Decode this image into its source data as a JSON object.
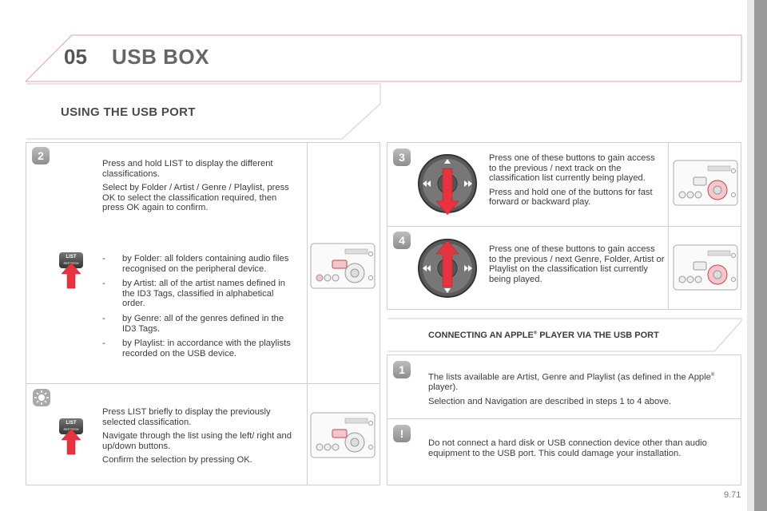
{
  "header": {
    "chapter_number": "05",
    "chapter_title": "USB BOX",
    "accent_color": "#d9a3a8"
  },
  "section": {
    "title": "USING THE USB PORT"
  },
  "step2": {
    "number": "2",
    "intro_1": "Press and hold LIST to display the different classifications.",
    "intro_2": "Select by Folder / Artist / Genre / Playlist, press OK to select the classification required, then press OK again to confirm.",
    "bullets": [
      {
        "dash": "-",
        "text": "by Folder: all folders containing audio files recognised on the peripheral device."
      },
      {
        "dash": "-",
        "text": "by Artist: all of the artist names defined in the ID3 Tags, classified in alphabetical order."
      },
      {
        "dash": "-",
        "text": "by Genre: all of the genres defined in the ID3 Tags."
      },
      {
        "dash": "-",
        "text": "by Playlist: in accordance with the playlists recorded on the USB device."
      }
    ],
    "list_button": {
      "label": "LIST",
      "sublabel": "REFRESH"
    }
  },
  "tip": {
    "text_1": "Press LIST briefly to display the previously selected classification.",
    "text_2": "Navigate through the list using the left/ right and up/down buttons.",
    "text_3": "Confirm the selection by pressing OK.",
    "list_button": {
      "label": "LIST",
      "sublabel": "REFRESH"
    }
  },
  "step3": {
    "number": "3",
    "text_1": "Press one of these buttons to gain access to the previous / next track on the classification list currently being played.",
    "text_2": "Press and hold one of the buttons for fast forward or backward play."
  },
  "step4": {
    "number": "4",
    "text_1": "Press one of these buttons to gain access to the previous / next Genre, Folder, Artist or Playlist on the classification list currently being played."
  },
  "apple": {
    "title_pre": "CONNECTING AN APPLE",
    "title_sup": "®",
    "title_post": " PLAYER VIA THE USB PORT"
  },
  "info": {
    "number": "1",
    "text_1a": "The lists available are Artist, Genre and Playlist (as defined in the Apple",
    "text_1sup": "®",
    "text_1b": " player).",
    "text_2": "Selection and Navigation are described in steps 1 to 4 above."
  },
  "warning": {
    "symbol": "!",
    "text": "Do not connect a hard disk or USB connection device other than audio equipment to the USB port. This could damage your installation."
  },
  "footer": {
    "page_number": "9.71"
  }
}
